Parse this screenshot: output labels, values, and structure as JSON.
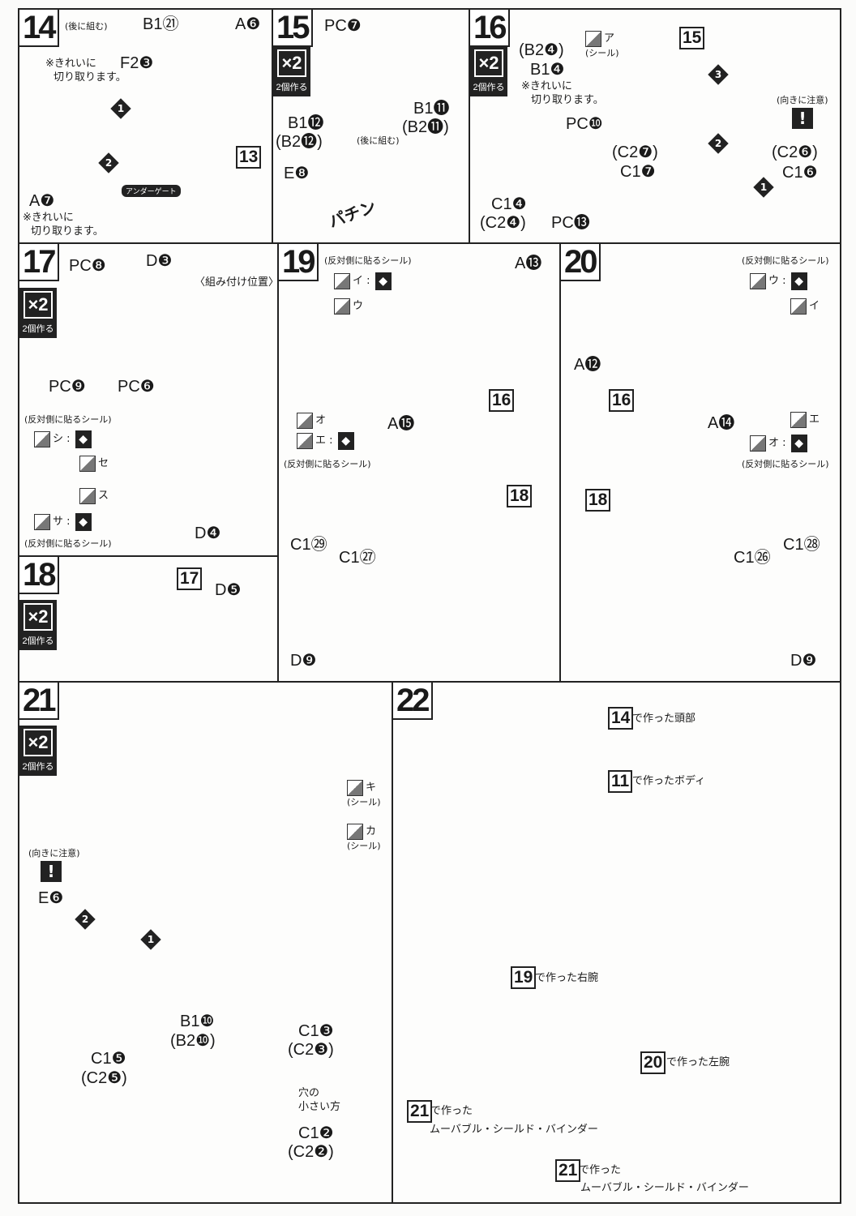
{
  "common": {
    "x2": "×2",
    "make_two": "2個作る",
    "cut_clean": "※きれいに",
    "cut_clean2": "切り取ります。",
    "later": "(後に組む)",
    "opposite_seal": "(反対側に貼るシール)",
    "seal": "(シール)",
    "orientation": "(向きに注意)",
    "warn": "!"
  },
  "p14": {
    "num": "14",
    "b1": "B1㉑",
    "a6": "A❻",
    "f2": "F2❸",
    "ref13": "13",
    "a7": "A❼",
    "undergate": "アンダーゲート",
    "s1": "1",
    "s2": "2"
  },
  "p15": {
    "num": "15",
    "pc7": "PC❼",
    "b1_12": "B1⓬",
    "b2_12": "(B2⓬)",
    "b1_11": "B1⓫",
    "b2_11": "(B2⓫)",
    "e8": "E❽",
    "snap": "パチン"
  },
  "p16": {
    "num": "16",
    "seal_a": "ア",
    "b2_4": "(B2❹)",
    "b1_4": "B1❹",
    "pc10": "PC❿",
    "ref15": "15",
    "c2_7": "(C2❼)",
    "c1_7": "C1❼",
    "c2_6": "(C2❻)",
    "c1_6": "C1❻",
    "c1_4": "C1❹",
    "c2_4": "(C2❹)",
    "pc13": "PC⓭",
    "s1": "1",
    "s2": "2",
    "s3": "3"
  },
  "p17": {
    "num": "17",
    "pc8": "PC❽",
    "d3": "D❸",
    "position": "〈組み付け位置〉",
    "pc9": "PC❾",
    "pc6": "PC❻",
    "seal_shi": "シ",
    "seal_se": "セ",
    "seal_su": "ス",
    "seal_sa": "サ",
    "d4": "D❹"
  },
  "p18": {
    "num": "18",
    "ref17": "17",
    "d5": "D❺"
  },
  "p19": {
    "num": "19",
    "seal_i": "イ",
    "seal_u": "ウ",
    "a13": "A⓭",
    "seal_o": "オ",
    "seal_e": "エ",
    "a15": "A⓯",
    "ref16": "16",
    "ref18": "18",
    "c1_29": "C1㉙",
    "c1_27": "C1㉗",
    "d9": "D❾"
  },
  "p20": {
    "num": "20",
    "seal_u": "ウ",
    "seal_i": "イ",
    "a12": "A⓬",
    "ref16": "16",
    "a14": "A⓮",
    "seal_e": "エ",
    "seal_o": "オ",
    "ref18": "18",
    "c1_28": "C1㉘",
    "c1_26": "C1㉖",
    "d9": "D❾"
  },
  "p21": {
    "num": "21",
    "e6": "E❻",
    "b1_10": "B1❿",
    "b2_10": "(B2❿)",
    "c1_5": "C1❺",
    "c2_5": "(C2❺)",
    "seal_ki": "キ",
    "seal_ka": "カ",
    "c1_3": "C1❸",
    "c2_3": "(C2❸)",
    "hole1": "穴の",
    "hole2": "小さい方",
    "c1_2": "C1❷",
    "c2_2": "(C2❷)",
    "s1": "1",
    "s2": "2"
  },
  "p22": {
    "num": "22",
    "ref14": "14",
    "head": "で作った頭部",
    "ref11": "11",
    "body": "で作ったボディ",
    "ref19": "19",
    "right_arm": "で作った右腕",
    "ref20": "20",
    "left_arm": "で作った左腕",
    "ref21": "21",
    "made": "で作った",
    "binder": "ムーバブル・シールド・バインダー"
  }
}
